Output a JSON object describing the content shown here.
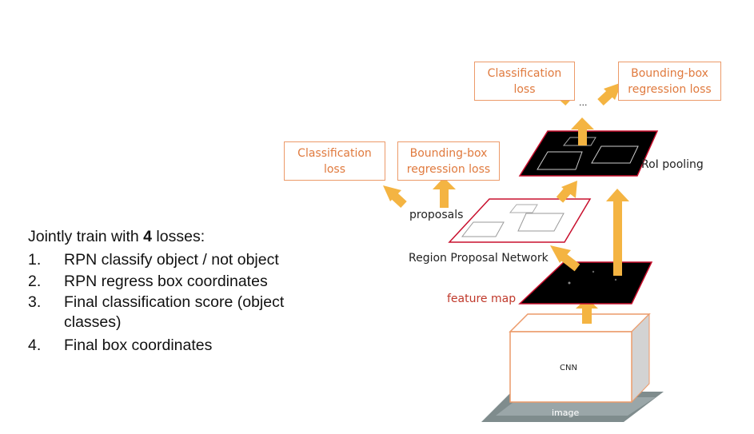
{
  "intro": {
    "prefix": "Jointly train with ",
    "count": "4",
    "suffix": " losses:"
  },
  "steps": [
    {
      "num": "1.",
      "text": "RPN classify object / not object"
    },
    {
      "num": "2.",
      "text": "RPN regress box coordinates"
    },
    {
      "num": "3.",
      "text": "Final classification score (object classes)"
    },
    {
      "num": "4.",
      "text": "Final box coordinates"
    }
  ],
  "diagram": {
    "top_losses": {
      "classification": {
        "line1": "Classification",
        "line2": "loss"
      },
      "bbox": {
        "line1": "Bounding-box",
        "line2": "regression loss"
      }
    },
    "rpn_losses": {
      "classification": {
        "line1": "Classification",
        "line2": "loss"
      },
      "bbox": {
        "line1": "Bounding-box",
        "line2": "regression loss"
      }
    },
    "ellipsis": "...",
    "roi_pooling": "RoI pooling",
    "proposals": "proposals",
    "rpn": "Region Proposal Network",
    "feature_map": "feature map",
    "cnn": "CNN",
    "image": "image"
  },
  "colors": {
    "loss_border": "#ec9a69",
    "loss_text": "#e07a3e",
    "arrow": "#f4b442",
    "red_outline": "#c8102e",
    "feature_map_label": "#c0392b"
  }
}
